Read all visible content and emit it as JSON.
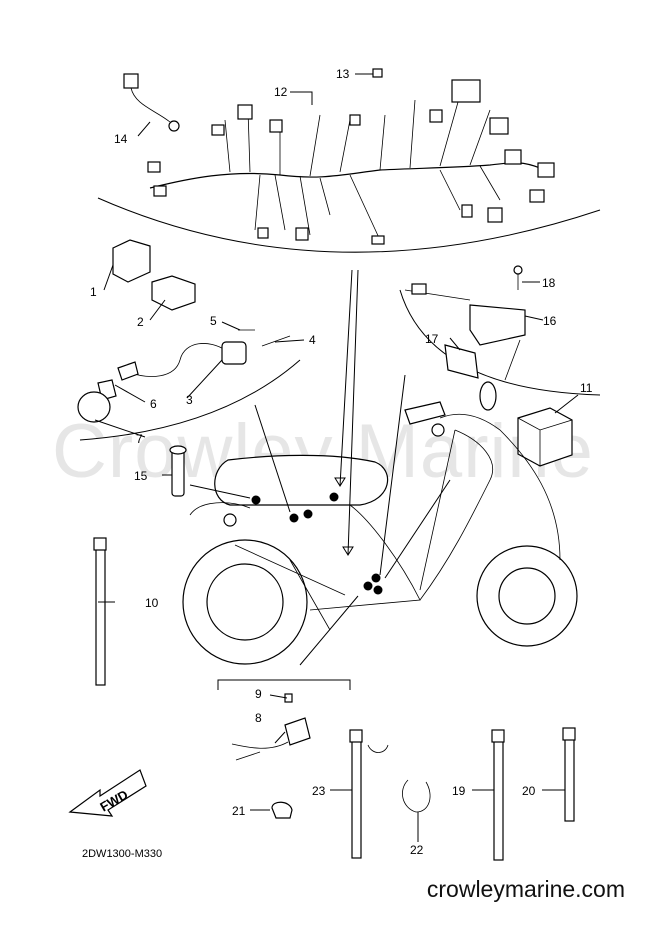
{
  "diagram": {
    "code": "2DW1300-M330",
    "watermark": "Crowley Marine",
    "footer_url": "crowleymarine.com",
    "fwd_label": "FWD",
    "callouts": [
      "1",
      "2",
      "3",
      "4",
      "5",
      "6",
      "7",
      "8",
      "9",
      "10",
      "11",
      "12",
      "13",
      "14",
      "15",
      "16",
      "17",
      "18",
      "19",
      "20",
      "21",
      "22",
      "23"
    ]
  }
}
